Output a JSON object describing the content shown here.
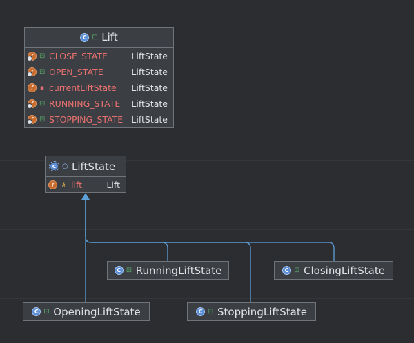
{
  "diagram": {
    "nodes": {
      "lift": {
        "title": "Lift",
        "fields": [
          {
            "name": "CLOSE_STATE",
            "type": "LiftState",
            "visibility": "public",
            "static": true
          },
          {
            "name": "OPEN_STATE",
            "type": "LiftState",
            "visibility": "public",
            "static": true
          },
          {
            "name": "currentLiftState",
            "type": "LiftState",
            "visibility": "private",
            "static": false
          },
          {
            "name": "RUNNING_STATE",
            "type": "LiftState",
            "visibility": "public",
            "static": true
          },
          {
            "name": "STOPPING_STATE",
            "type": "LiftState",
            "visibility": "public",
            "static": true
          }
        ]
      },
      "lift_state": {
        "title": "LiftState",
        "abstract": true,
        "fields": [
          {
            "name": "lift",
            "type": "Lift",
            "visibility": "protected",
            "static": false
          }
        ]
      },
      "running": {
        "title": "RunningLiftState"
      },
      "closing": {
        "title": "ClosingLiftState"
      },
      "opening": {
        "title": "OpeningLiftState"
      },
      "stopping": {
        "title": "StoppingLiftState"
      }
    },
    "edges": [
      {
        "from": "running",
        "to": "lift_state",
        "kind": "extends"
      },
      {
        "from": "closing",
        "to": "lift_state",
        "kind": "extends"
      },
      {
        "from": "opening",
        "to": "lift_state",
        "kind": "extends"
      },
      {
        "from": "stopping",
        "to": "lift_state",
        "kind": "extends"
      }
    ],
    "colors": {
      "edge": "#5e9fd8",
      "field_name": "#e8716f",
      "background": "#2b2d30",
      "node": "#3b3e43"
    }
  }
}
